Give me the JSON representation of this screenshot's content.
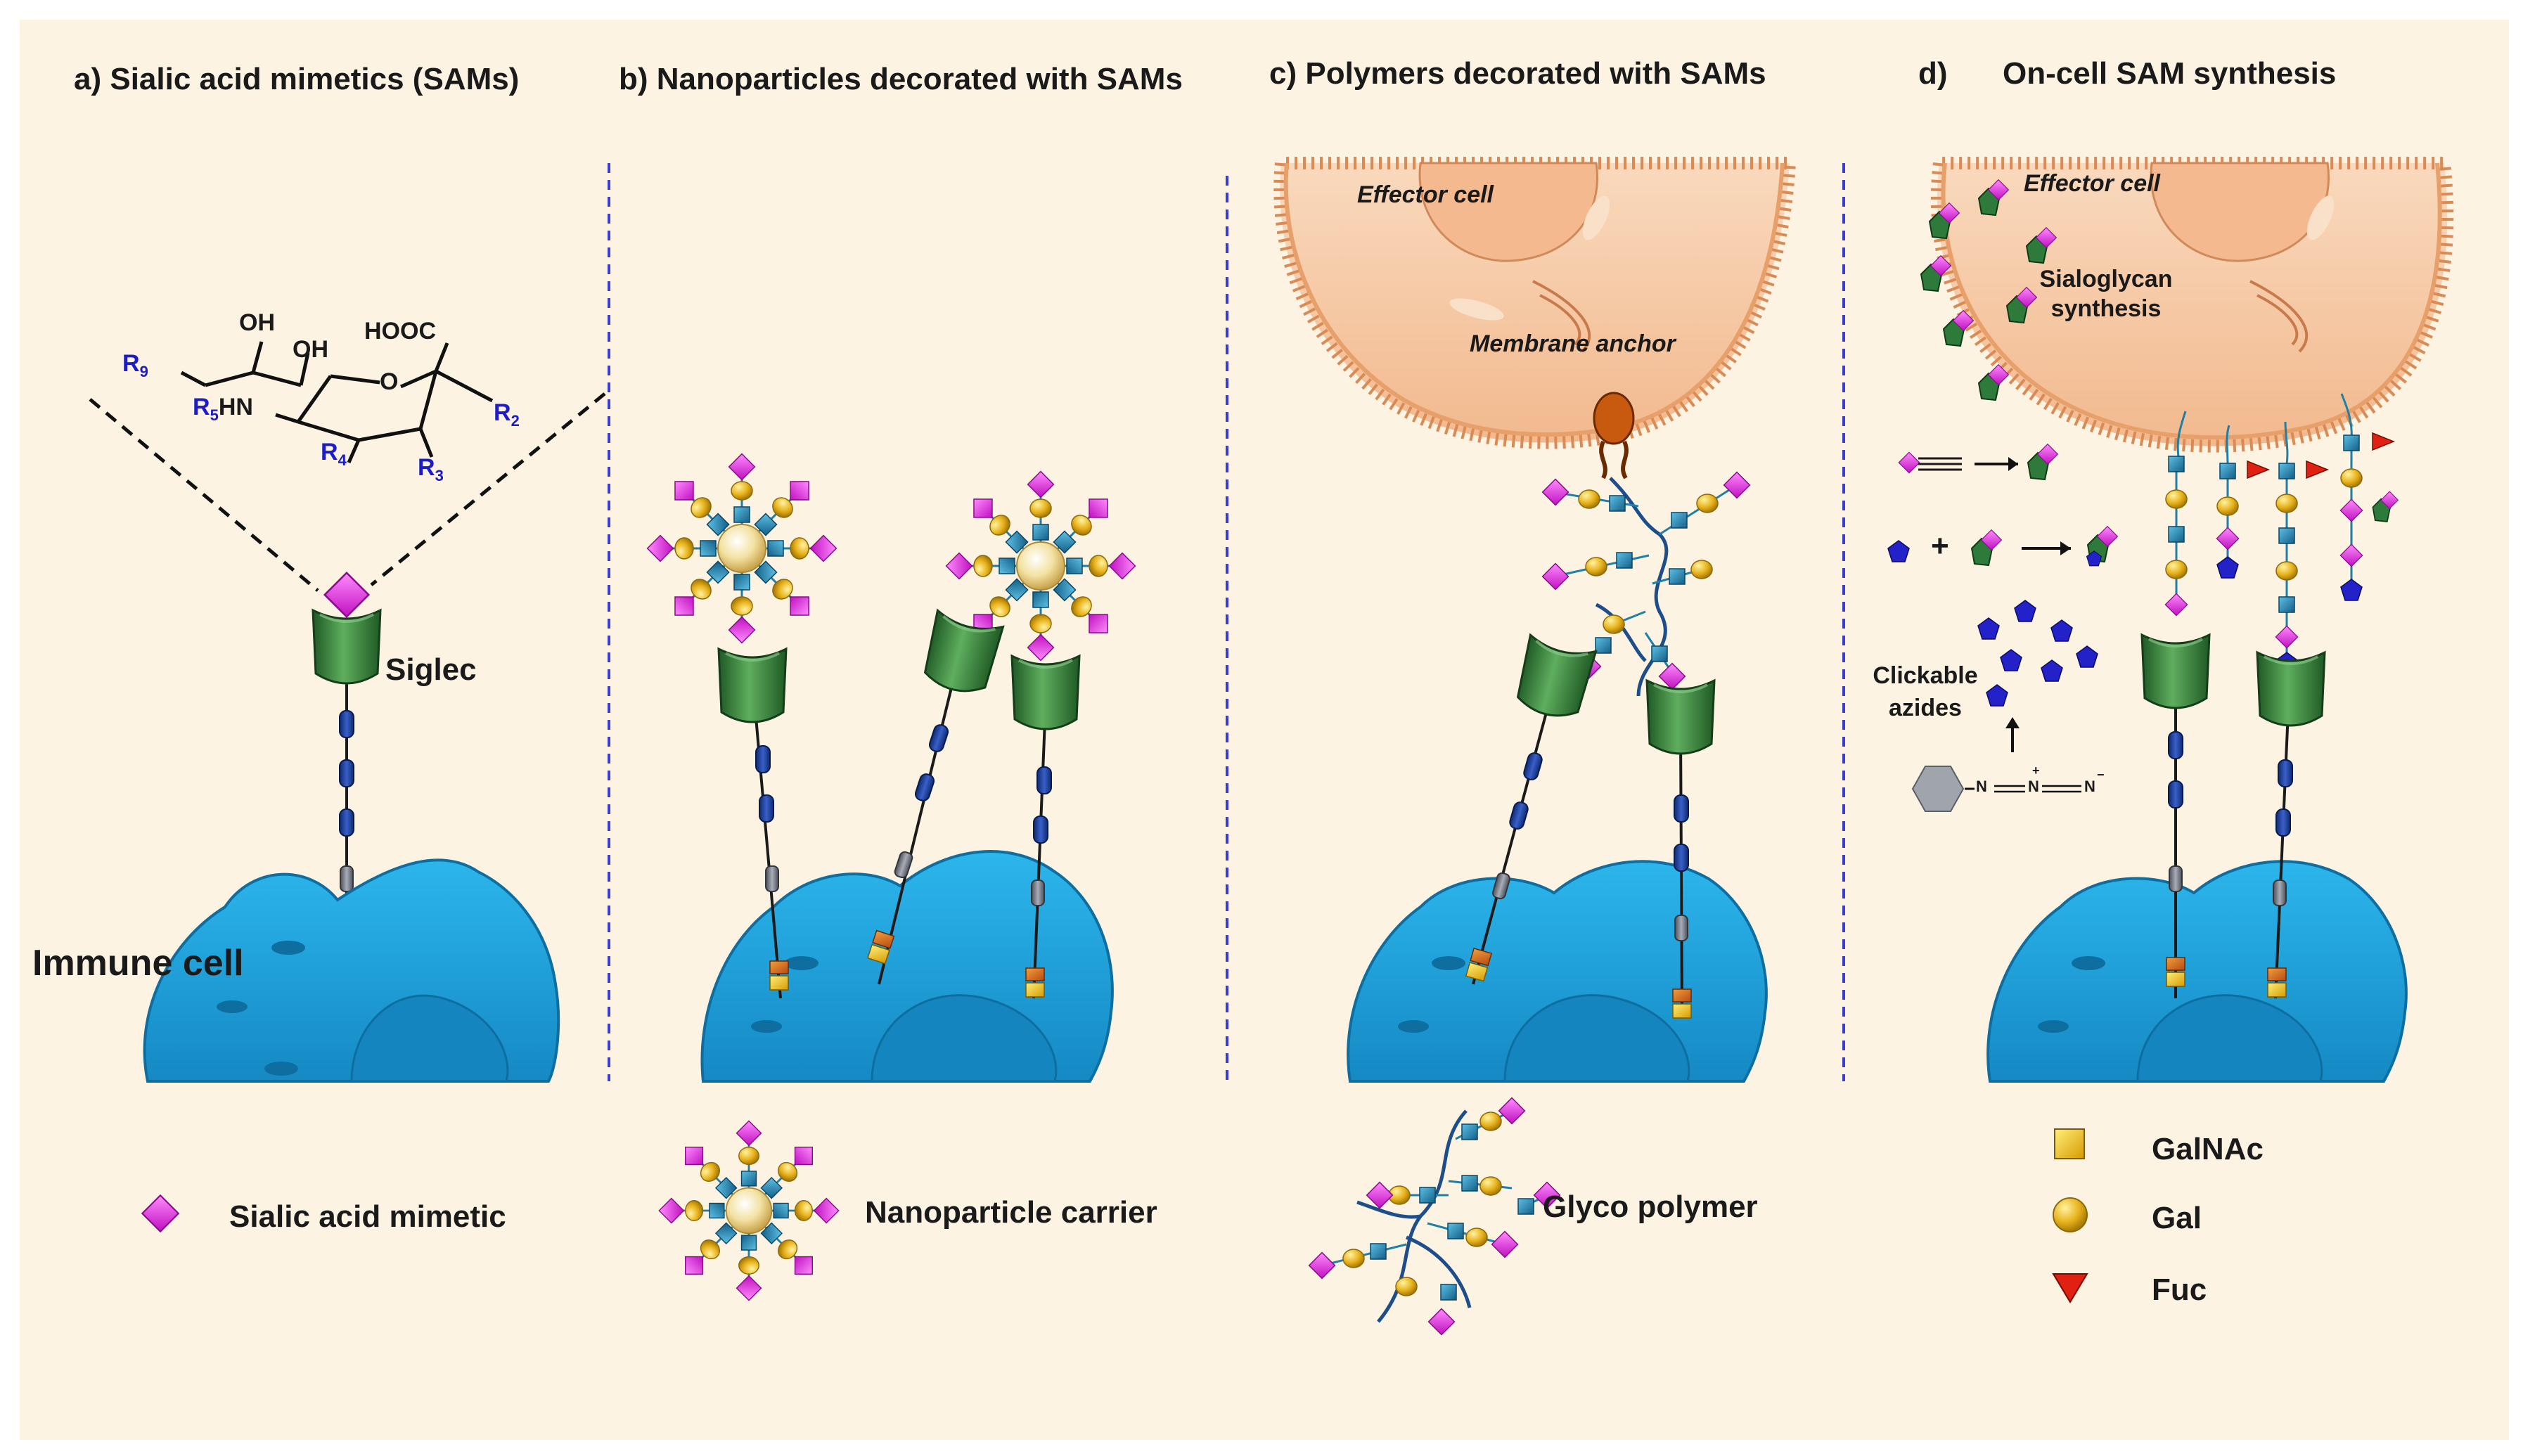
{
  "panels": {
    "a": {
      "title": "a) Sialic acid mimetics (SAMs)",
      "siglec_label": "Siglec",
      "immune_label": "Immune cell"
    },
    "b": {
      "title": "b) Nanoparticles decorated with SAMs"
    },
    "c": {
      "title": "c) Polymers decorated with SAMs",
      "effector_label": "Effector cell",
      "anchor_label": "Membrane anchor"
    },
    "d": {
      "letter": "d)",
      "title": "On-cell SAM synthesis",
      "effector_label": "Effector cell",
      "synth_line1": "Sialoglycan",
      "synth_line2": "synthesis",
      "azide_line1": "Clickable",
      "azide_line2": "azides",
      "plus": "+"
    }
  },
  "molecule": {
    "oh1": "OH",
    "oh2": "OH",
    "hooc": "HOOC",
    "r9": "R",
    "r9_sub": "9",
    "r5": "R",
    "r5_sub": "5",
    "hn": "HN",
    "r4": "R",
    "r4_sub": "4",
    "r3": "R",
    "r3_sub": "3",
    "r2": "R",
    "r2_sub": "2",
    "o": "O"
  },
  "azide": {
    "n1": "N",
    "n2": "N",
    "n3": "N",
    "plus": "+",
    "minus": "−"
  },
  "legend": {
    "sam": "Sialic acid mimetic",
    "nanoparticle": "Nanoparticle carrier",
    "glycopolymer": "Glyco polymer",
    "galnac": "GalNAc",
    "gal": "Gal",
    "fuc": "Fuc"
  },
  "colors": {
    "background": "#fdf3e3",
    "sam_magenta": "#e62ee6",
    "siglec_green": "#2f7a35",
    "immune_blue": "#1ea4dc",
    "effector_peach": "#f6c9a4",
    "galnac_yellow": "#f2c21a",
    "gal_gold": "#e8b21c",
    "fuc_red": "#e02010",
    "glcnac_teal": "#1f7fa6",
    "divider_blue": "#3b3bd6",
    "substituent_blue": "#1c1cc8"
  }
}
